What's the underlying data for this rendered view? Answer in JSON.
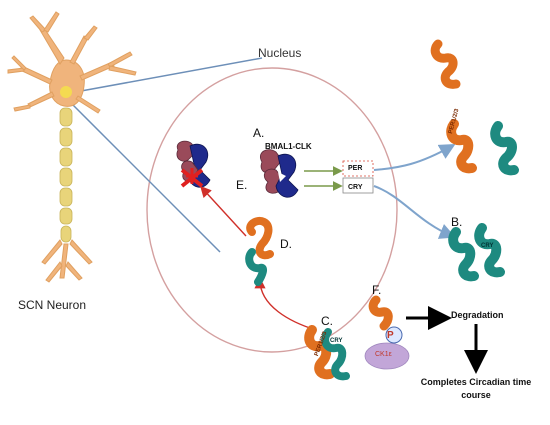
{
  "labels": {
    "nucleus": "Nucleus",
    "neuron": "SCN Neuron",
    "a": "A.",
    "b": "B.",
    "c": "C.",
    "d": "D.",
    "e": "E.",
    "f": "F.",
    "complex": "BMAL1-CLK",
    "per_gene": "PER",
    "cry_gene": "CRY",
    "degradation": "Degradation",
    "completes": "Completes Circadian time course",
    "ck": "CK1ε",
    "phospho": "P",
    "per_protein_1": "PER1/2/3",
    "per_protein_2": "PER1/2/3",
    "cry_protein_1": "CRY",
    "cry_protein_2": "CRY"
  },
  "colors": {
    "per_protein": "#e07020",
    "cry_protein": "#1e8a80",
    "bmal1": "#1f2a8c",
    "clk": "#9a4a5a",
    "neuron_body": "#f0b47c",
    "nucleus_outline": "#d4a0a0",
    "arrow_blue": "#7fa4cc",
    "arrow_red": "#d0302a",
    "ck1_fill": "#c2a6d8"
  }
}
